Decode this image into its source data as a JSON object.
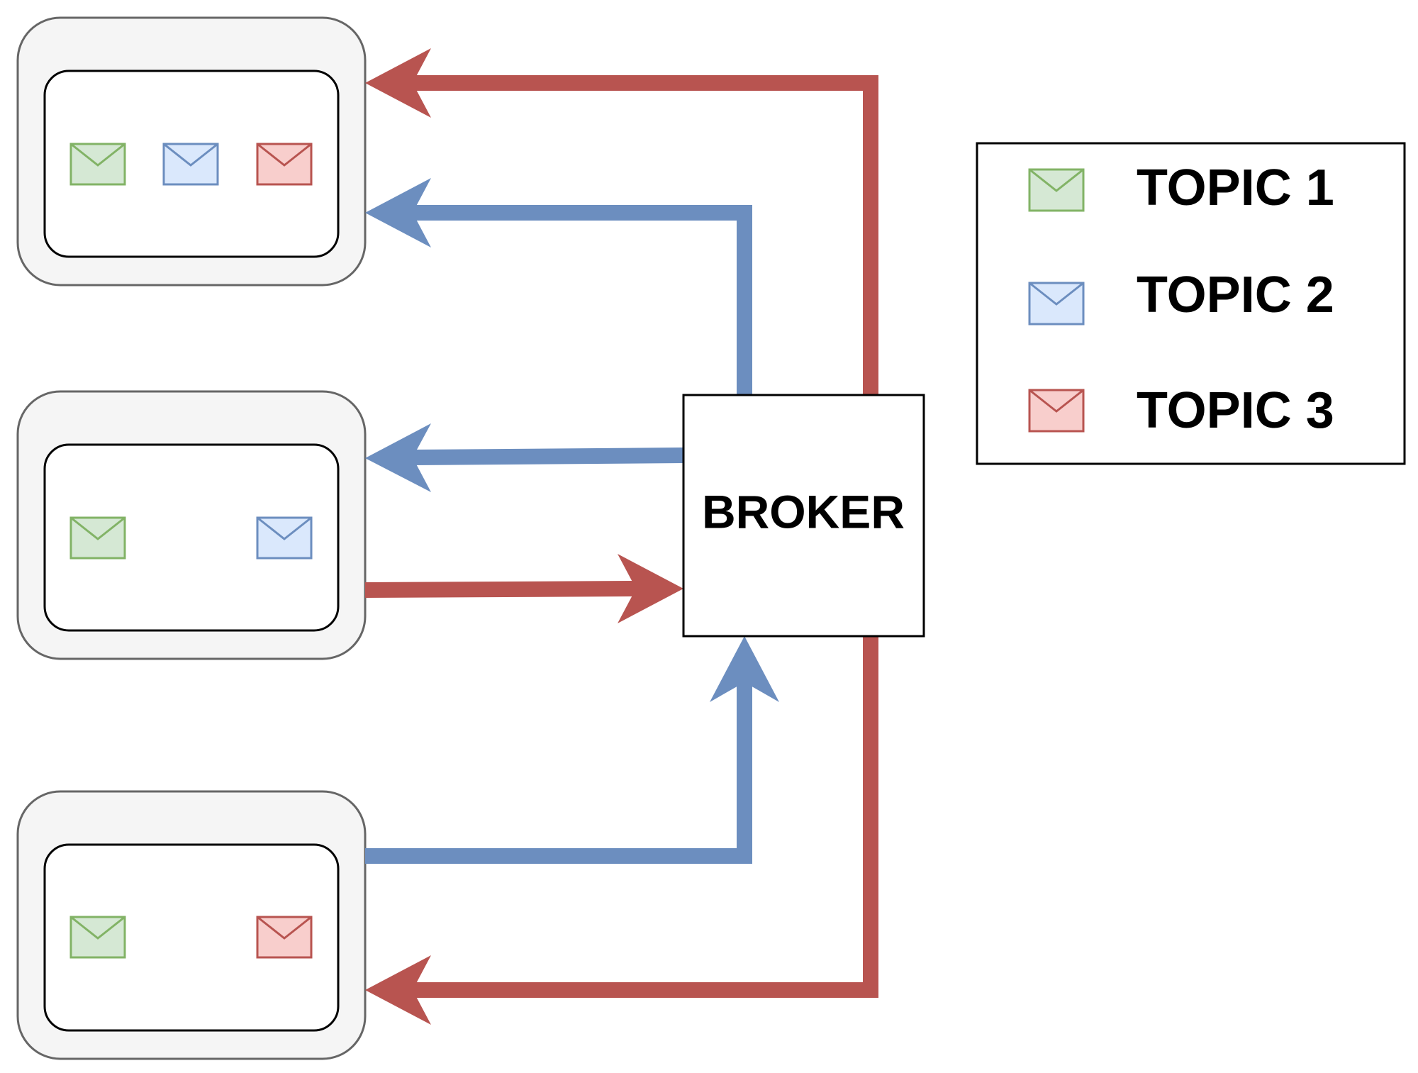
{
  "broker": {
    "label": "BROKER"
  },
  "legend": {
    "items": [
      {
        "label": "TOPIC 1",
        "fill": "#d5e8d4",
        "stroke": "#82b366"
      },
      {
        "label": "TOPIC 2",
        "fill": "#dae8fc",
        "stroke": "#6c8ebf"
      },
      {
        "label": "TOPIC 3",
        "fill": "#f8cecc",
        "stroke": "#b85450"
      }
    ]
  },
  "clients": [
    {
      "topics": [
        "TOPIC 1",
        "TOPIC 2",
        "TOPIC 3"
      ]
    },
    {
      "topics": [
        "TOPIC 1",
        "TOPIC 2"
      ]
    },
    {
      "topics": [
        "TOPIC 1",
        "TOPIC 3"
      ]
    }
  ],
  "colors": {
    "topic2_line": "#6c8ebf",
    "topic3_line": "#b85450",
    "client_outer_fill": "#f5f5f5",
    "client_outer_stroke": "#666666"
  }
}
